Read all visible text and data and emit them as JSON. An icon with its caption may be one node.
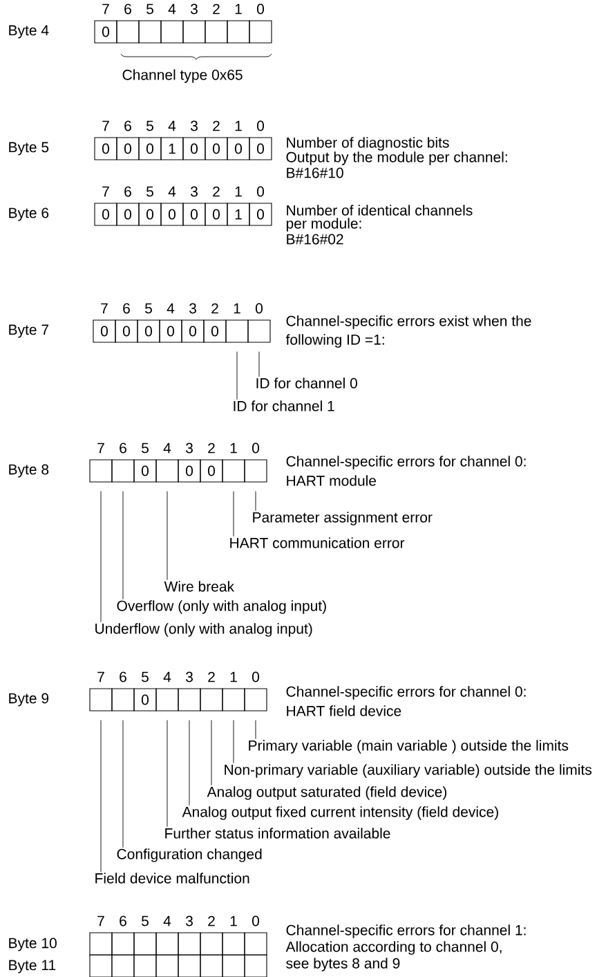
{
  "diagram": {
    "nodes": [
      {
        "text": [
          "0"
        ]
      },
      {
        "text": [],
        "shape": "box"
      },
      {
        "text": [],
        "shape": "box"
      },
      {
        "text": [],
        "shape": "box"
      },
      {
        "text": [],
        "shape": "box"
      },
      {
        "text": [],
        "shape": "box"
      },
      {
        "text": [],
        "shape": "box"
      },
      {
        "text": [],
        "shape": "box"
      },
      {
        "text": [
          "0"
        ]
      },
      {
        "text": [
          "0"
        ]
      },
      {
        "text": [
          "0"
        ]
      },
      {
        "text": [
          "1"
        ]
      },
      {
        "text": [
          "0"
        ]
      },
      {
        "text": [
          "0"
        ]
      },
      {
        "text": [
          "0"
        ]
      },
      {
        "text": [
          "0"
        ]
      },
      {
        "text": [
          "0"
        ]
      },
      {
        "text": [
          "0"
        ]
      },
      {
        "text": [
          "0"
        ]
      },
      {
        "text": [
          "0"
        ]
      },
      {
        "text": [
          "0"
        ]
      },
      {
        "text": [
          "0"
        ]
      },
      {
        "text": [
          "1"
        ]
      },
      {
        "text": [
          "0"
        ]
      },
      {
        "text": [
          "0"
        ]
      },
      {
        "text": [
          "0"
        ]
      },
      {
        "text": [
          "0"
        ]
      },
      {
        "text": [
          "0"
        ]
      },
      {
        "text": [
          "0"
        ]
      },
      {
        "text": [
          "0"
        ]
      },
      {
        "text": [],
        "shape": "box"
      },
      {
        "text": [],
        "shape": "box"
      },
      {
        "text": [
          "ID for channel 0"
        ]
      },
      {
        "text": [
          "ID for channel 1"
        ]
      },
      {
        "text": [],
        "shape": "box"
      },
      {
        "text": [],
        "shape": "box"
      },
      {
        "text": [
          "0"
        ]
      },
      {
        "text": [],
        "shape": "box"
      },
      {
        "text": [
          "0"
        ]
      },
      {
        "text": [
          "0"
        ]
      },
      {
        "text": [],
        "shape": "box"
      },
      {
        "text": [],
        "shape": "box"
      },
      {
        "text": [
          "Parameter assignment error"
        ]
      },
      {
        "text": [
          "HART communication error"
        ]
      },
      {
        "text": [
          "Wire break"
        ]
      },
      {
        "text": [
          "Overflow (only with analog input)"
        ]
      },
      {
        "text": [
          "Underflow (only with analog input)"
        ]
      },
      {
        "text": [],
        "shape": "box"
      },
      {
        "text": [],
        "shape": "box"
      },
      {
        "text": [
          "0"
        ]
      },
      {
        "text": [],
        "shape": "box"
      },
      {
        "text": [],
        "shape": "box"
      },
      {
        "text": [],
        "shape": "box"
      },
      {
        "text": [],
        "shape": "box"
      },
      {
        "text": [],
        "shape": "box"
      },
      {
        "text": [
          "Primary variable (main variable ) outside the limits"
        ]
      },
      {
        "text": [
          "Non-primary variable (auxiliary variable) outside the limits"
        ]
      },
      {
        "text": [
          "Analog output saturated (field device)"
        ]
      },
      {
        "text": [
          "Analog output fixed current intensity (field device)"
        ]
      },
      {
        "text": [
          "Further status information available"
        ]
      },
      {
        "text": [
          "Configuration changed"
        ]
      },
      {
        "text": [
          "Field device malfunction"
        ]
      },
      {
        "text": [],
        "shape": "box"
      },
      {
        "text": [],
        "shape": "box"
      },
      {
        "text": [],
        "shape": "box"
      },
      {
        "text": [],
        "shape": "box"
      },
      {
        "text": [],
        "shape": "box"
      },
      {
        "text": [],
        "shape": "box"
      },
      {
        "text": [],
        "shape": "box"
      },
      {
        "text": [],
        "shape": "box"
      },
      {
        "text": [],
        "shape": "box"
      },
      {
        "text": [],
        "shape": "box"
      },
      {
        "text": [],
        "shape": "box"
      },
      {
        "text": [],
        "shape": "box"
      },
      {
        "text": [],
        "shape": "box"
      },
      {
        "text": [],
        "shape": "box"
      },
      {
        "text": [],
        "shape": "box"
      },
      {
        "text": [],
        "shape": "box"
      }
    ],
    "edges": [
      {
        "from": 32,
        "to": 31,
        "arrow": "none"
      },
      {
        "from": 33,
        "to": 30,
        "arrow": "none"
      },
      {
        "from": 42,
        "to": 41,
        "arrow": "none"
      },
      {
        "from": 43,
        "to": 40,
        "arrow": "none"
      },
      {
        "from": 44,
        "to": 37,
        "arrow": "none"
      },
      {
        "from": 45,
        "to": 35,
        "arrow": "none"
      },
      {
        "from": 46,
        "to": 34,
        "arrow": "none"
      },
      {
        "from": 55,
        "to": 54,
        "arrow": "none"
      },
      {
        "from": 56,
        "to": 53,
        "arrow": "none"
      },
      {
        "from": 57,
        "to": 52,
        "arrow": "none"
      },
      {
        "from": 58,
        "to": 51,
        "arrow": "none"
      },
      {
        "from": 59,
        "to": 50,
        "arrow": "none"
      },
      {
        "from": 60,
        "to": 48,
        "arrow": "none"
      },
      {
        "from": 61,
        "to": 47,
        "arrow": "none"
      }
    ],
    "labels": [
      "7",
      "6",
      "5",
      "4",
      "3",
      "2",
      "1",
      "0",
      "Byte 4",
      "Channel type 0x65",
      "7",
      "6",
      "5",
      "4",
      "3",
      "2",
      "1",
      "0",
      "Byte 5",
      "Number of diagnostic bits",
      "Output by the module per channel:",
      "B#16#10",
      "7",
      "6",
      "5",
      "4",
      "3",
      "2",
      "1",
      "0",
      "Byte 6",
      "Number of identical channels",
      "per module:",
      "B#16#02",
      "7",
      "6",
      "5",
      "4",
      "3",
      "2",
      "1",
      "0",
      "Byte 7",
      "Channel-specific errors exist when the",
      "following ID =1:",
      "7",
      "6",
      "5",
      "4",
      "3",
      "2",
      "1",
      "0",
      "Byte 8",
      "Channel-specific errors for channel 0:",
      "HART module",
      "7",
      "6",
      "5",
      "4",
      "3",
      "2",
      "1",
      "0",
      "Byte 9",
      "Channel-specific errors for channel 0:",
      "HART field device",
      "7",
      "6",
      "5",
      "4",
      "3",
      "2",
      "1",
      "0",
      "Byte 10",
      "Byte 11",
      "Channel-specific errors for channel 1:",
      "Allocation according to channel 0,",
      "see bytes 8 and 9"
    ]
  }
}
